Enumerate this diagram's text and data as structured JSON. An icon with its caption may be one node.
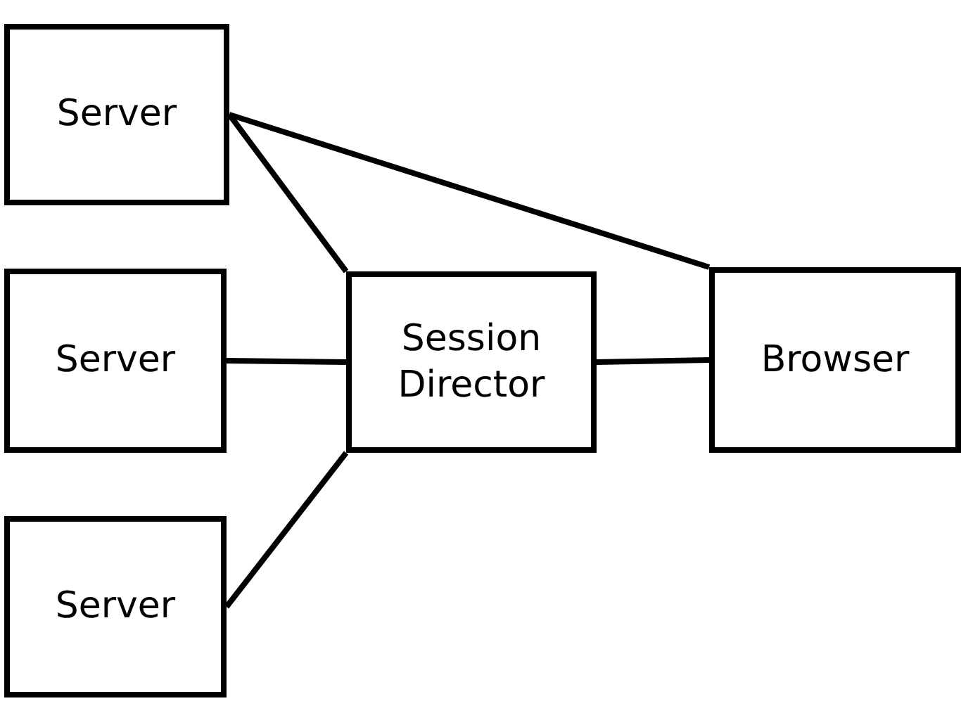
{
  "diagram": {
    "nodes": [
      {
        "text": [
          "Server"
        ]
      },
      {
        "text": [
          "Server"
        ]
      },
      {
        "text": [
          "Server"
        ]
      },
      {
        "text": [
          "Session Director"
        ]
      },
      {
        "text": [
          "Browser"
        ]
      }
    ],
    "edges": [
      {
        "from": 0,
        "to": 3,
        "arrow": "none"
      },
      {
        "from": 0,
        "to": 4,
        "arrow": "none"
      },
      {
        "from": 1,
        "to": 3,
        "arrow": "none"
      },
      {
        "from": 2,
        "to": 3,
        "arrow": "none"
      },
      {
        "from": 3,
        "to": 4,
        "arrow": "none"
      }
    ]
  }
}
